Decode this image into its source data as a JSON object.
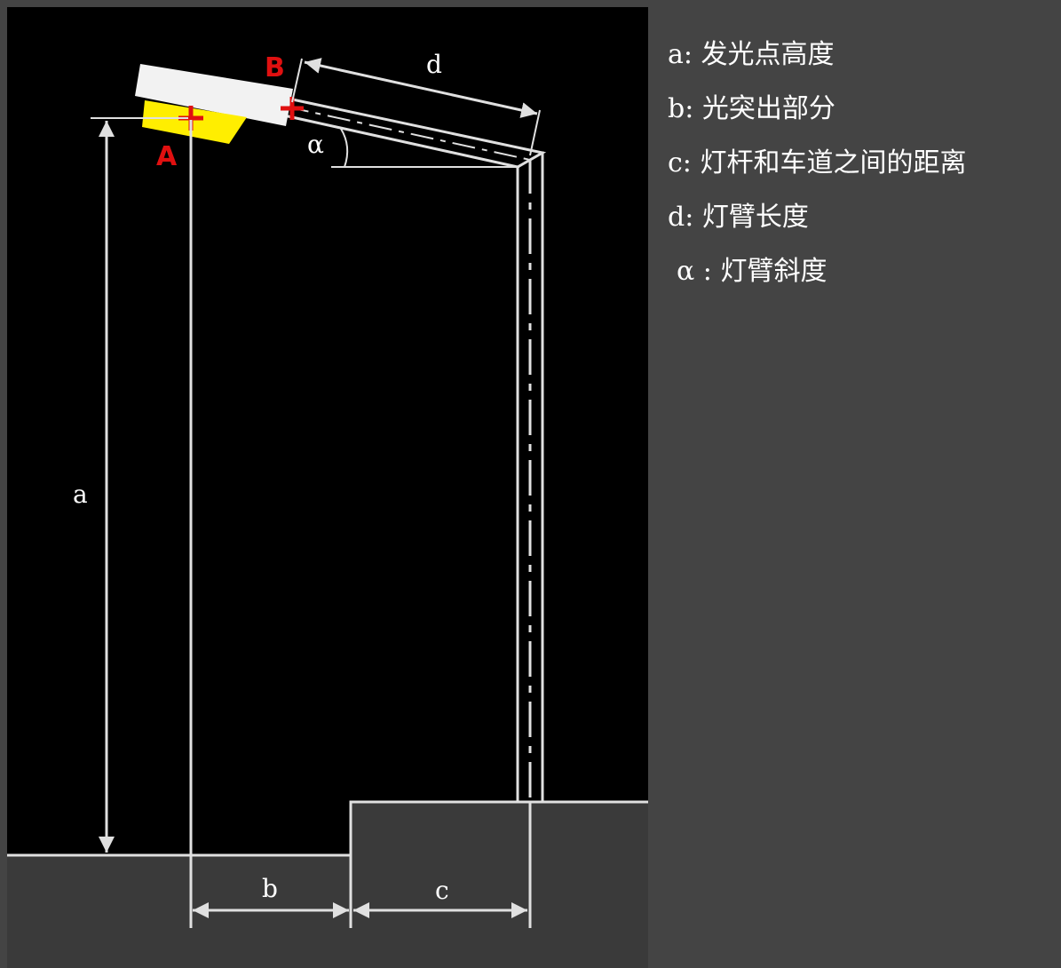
{
  "colors": {
    "background": "#444444",
    "diagram_background": "#000000",
    "line": "#e0e0e0",
    "lamp_head": "#f2f2f2",
    "lamp_lens": "#ffee00",
    "point_marker": "#e01010"
  },
  "diagram": {
    "dimension_labels": {
      "a": "a",
      "b": "b",
      "c": "c",
      "d": "d",
      "alpha": "α"
    },
    "points": {
      "A": "A",
      "B": "B"
    }
  },
  "legend": {
    "items": [
      {
        "text": "a: 发光点高度"
      },
      {
        "text": "b: 光突出部分"
      },
      {
        "text": "c: 灯杆和车道之间的距离"
      },
      {
        "text": "d: 灯臂长度"
      },
      {
        "text": "α : 灯臂斜度"
      }
    ]
  }
}
